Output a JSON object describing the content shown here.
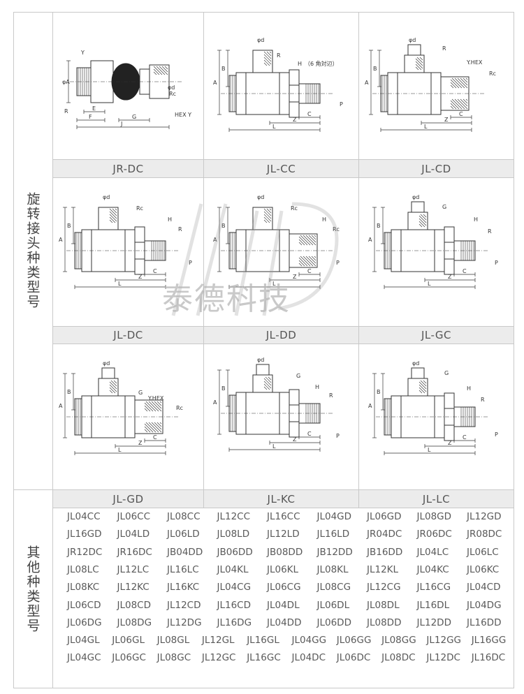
{
  "sections": {
    "rotary_types": "旋转接头种类型号",
    "other_models": "其他种类型号"
  },
  "diagrams": [
    {
      "name": "JR-DC"
    },
    {
      "name": "JL-CC"
    },
    {
      "name": "JL-CD"
    },
    {
      "name": "JL-DC"
    },
    {
      "name": "JL-DD"
    },
    {
      "name": "JL-GC"
    },
    {
      "name": "JL-GD"
    },
    {
      "name": "JL-KC"
    },
    {
      "name": "JL-LC"
    }
  ],
  "diagram_labels": {
    "A": "A",
    "B": "B",
    "C": "C",
    "L": "L",
    "Z": "Z",
    "R": "R",
    "Rc": "Rc",
    "G": "G",
    "d": "φd",
    "H": "H",
    "H_note": "（6 角対辺）",
    "P": "P",
    "phiA": "φA",
    "Y": "Y",
    "YHEX": "Y.HEX",
    "HEXY": "HEX Y",
    "E": "E",
    "F": "F",
    "J": "J"
  },
  "watermark": "泰德科技",
  "models": [
    [
      "JL04CC",
      "JL06CC",
      "JL08CC",
      "JL12CC",
      "JL16CC",
      "JL04GD",
      "JL06GD",
      "JL08GD",
      "JL12GD"
    ],
    [
      "JL16GD",
      "JL04LD",
      "JL06LD",
      "JL08LD",
      "JL12LD",
      "JL16LD",
      "JR04DC",
      "JR06DC",
      "JR08DC"
    ],
    [
      "JR12DC",
      "JR16DC",
      "JB04DD",
      "JB06DD",
      "JB08DD",
      "JB12DD",
      "JB16DD",
      "JL04LC",
      "JL06LC"
    ],
    [
      "JL08LC",
      "JL12LC",
      "JL16LC",
      "JL04KL",
      "JL06KL",
      "JL08KL",
      "JL12KL",
      "JL04KC",
      "JL06KC"
    ],
    [
      "JL08KC",
      "JL12KC",
      "JL16KC",
      "JL04CG",
      "JL06CG",
      "JL08CG",
      "JL12CG",
      "JL16CG",
      "JL04CD"
    ],
    [
      "JL06CD",
      "JL08CD",
      "JL12CD",
      "JL16CD",
      "JL04DL",
      "JL06DL",
      "JL08DL",
      "JL16DL",
      "JL04DG"
    ],
    [
      "JL06DG",
      "JL08DG",
      "JL12DG",
      "JL16DG",
      "JL04DD",
      "JL06DD",
      "JL08DD",
      "JL12DD",
      "JL16DD"
    ],
    [
      "JL04GL",
      "JL06GL",
      "JL08GL",
      "JL12GL",
      "JL16GL",
      "JL04GG",
      "JL06GG",
      "JL08GG",
      "JL12GG",
      "JL16GG"
    ],
    [
      "JL04GC",
      "JL06GC",
      "JL08GC",
      "JL12GC",
      "JL16GC",
      "JL04DC",
      "JL06DC",
      "JL08DC",
      "JL12DC",
      "JL16DC"
    ]
  ]
}
